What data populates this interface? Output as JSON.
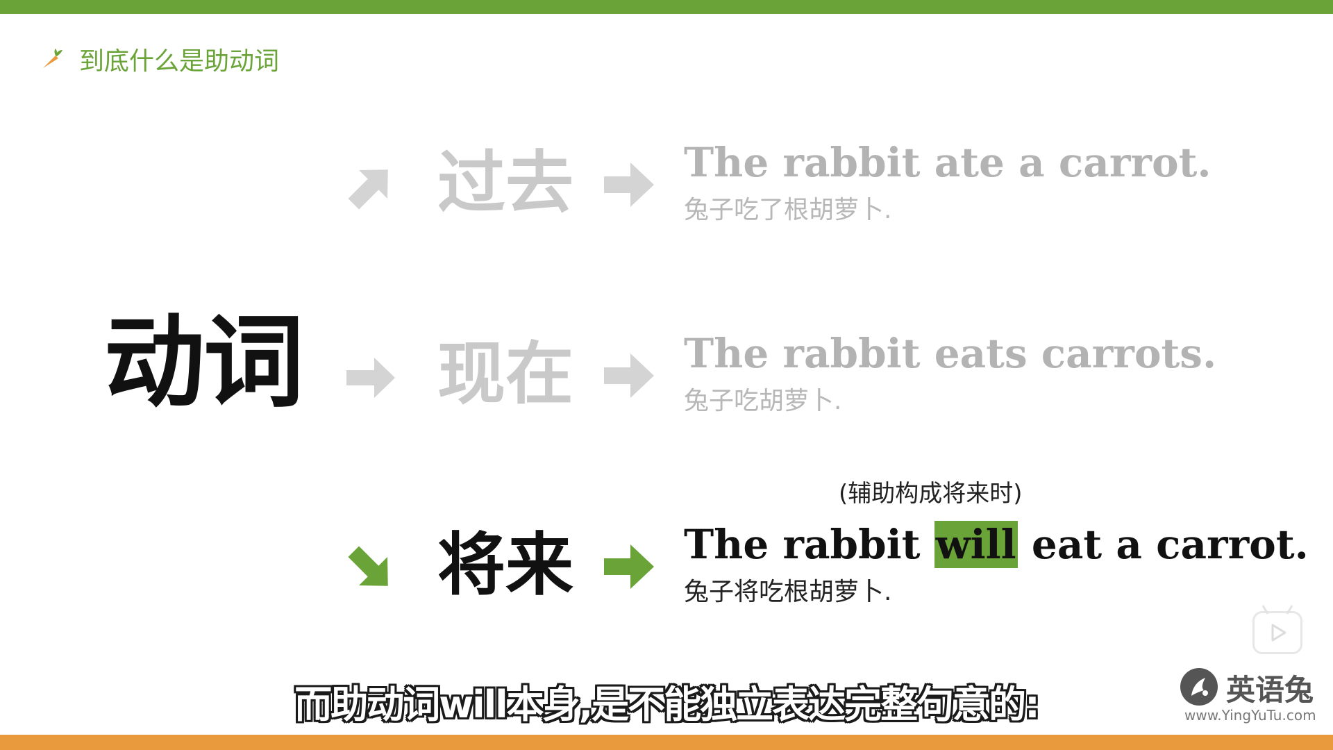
{
  "header": {
    "title": "到底什么是助动词",
    "icon": "carrot-icon"
  },
  "main_word": "动词",
  "tenses": [
    {
      "label": "过去",
      "sentence": "The rabbit ate a carrot.",
      "translation": "兔子吃了根胡萝卜."
    },
    {
      "label": "现在",
      "sentence": "The rabbit eats carrots.",
      "translation": "兔子吃胡萝卜."
    },
    {
      "label": "将来",
      "sentence_before": "The rabbit ",
      "sentence_highlight": "will",
      "sentence_after": " eat a carrot.",
      "translation": "兔子将吃根胡萝卜.",
      "note": "(辅助构成将来时)"
    }
  ],
  "subtitle": "而助动词will本身,是不能独立表达完整句意的:",
  "watermark": {
    "name": "英语兔",
    "url": "www.YingYuTu.com"
  },
  "colors": {
    "accent_green": "#6aa337",
    "accent_orange": "#e89a3c",
    "inactive_gray": "#c9c9c9",
    "active_text": "#111111"
  }
}
